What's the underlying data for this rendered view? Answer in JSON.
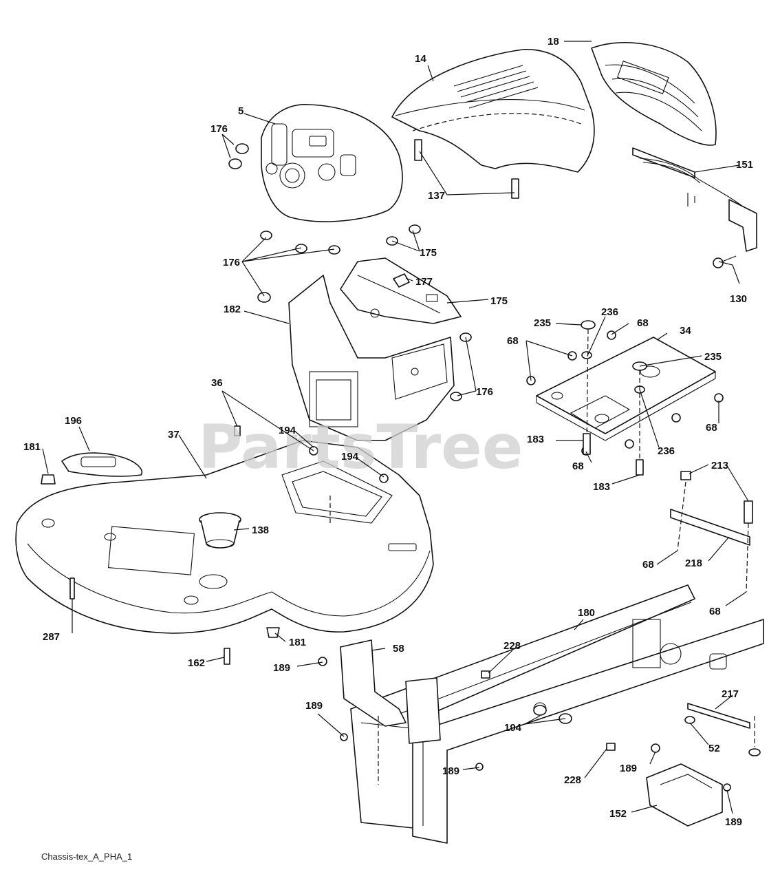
{
  "watermark": "PartsTree",
  "caption": "Chassis-tex_A_PHA_1",
  "callouts": [
    "14",
    "18",
    "5",
    "176",
    "151",
    "137",
    "175",
    "176",
    "177",
    "175",
    "182",
    "130",
    "235",
    "236",
    "68",
    "68",
    "34",
    "235",
    "176",
    "36",
    "196",
    "37",
    "194",
    "181",
    "194",
    "138",
    "183",
    "68",
    "236",
    "68",
    "183",
    "213",
    "68",
    "218",
    "287",
    "68",
    "180",
    "181",
    "162",
    "189",
    "58",
    "228",
    "217",
    "189",
    "194",
    "52",
    "189",
    "228",
    "189",
    "152",
    "189"
  ]
}
